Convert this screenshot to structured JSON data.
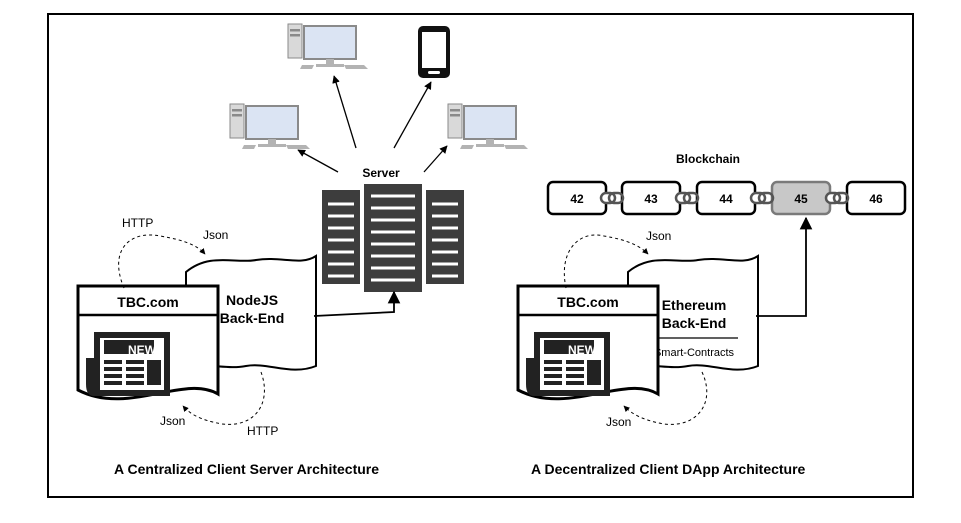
{
  "colors": {
    "frame": "#000000",
    "server_fill": "#3d3d3d",
    "server_line": "#ffffff",
    "monitor_screen": "#dbe4f3",
    "computer_gray": "#b3b3b3",
    "block_highlight": "#c8c8c8"
  },
  "left": {
    "caption": "A Centralized Client Server Architecture",
    "server_label": "Server",
    "client": {
      "site": "TBC.com",
      "news_label": "NEWS"
    },
    "backend": {
      "line1": "NodeJS",
      "line2": "Back-End"
    },
    "top_loop": {
      "request_label": "HTTP",
      "response_label": "Json"
    },
    "bottom_loop": {
      "request_label": "HTTP",
      "response_label": "Json"
    },
    "icons": [
      "desktop-computer-icon",
      "desktop-computer-icon",
      "smartphone-icon",
      "desktop-computer-icon",
      "server-rack-icon",
      "newspaper-icon"
    ]
  },
  "right": {
    "caption": "A Decentralized Client DApp Architecture",
    "blockchain_label": "Blockchain",
    "blocks": [
      "42",
      "43",
      "44",
      "45",
      "46"
    ],
    "highlighted_block": "45",
    "client": {
      "site": "TBC.com",
      "news_label": "NEWS"
    },
    "backend": {
      "line1": "Ethereum",
      "line2": "Back-End",
      "line3": "Smart-Contracts"
    },
    "top_loop": {
      "response_label": "Json"
    },
    "bottom_loop": {
      "response_label": "Json"
    },
    "icons": [
      "chain-link-icon",
      "newspaper-icon"
    ]
  }
}
